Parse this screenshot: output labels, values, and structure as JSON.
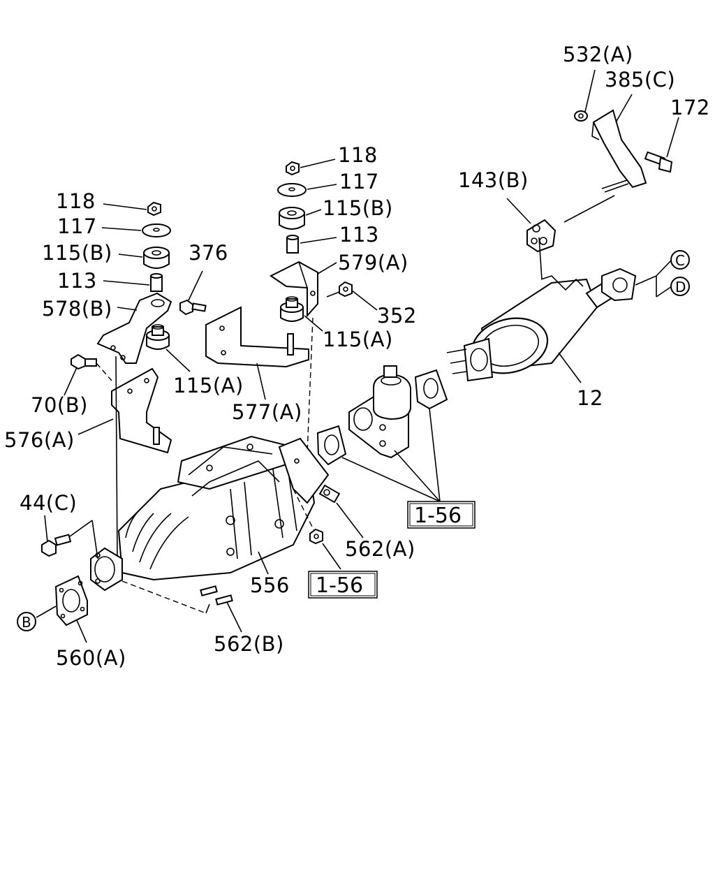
{
  "labels": {
    "p532a": "532(A)",
    "p385c": "385(C)",
    "p172": "172",
    "p143b": "143(B)",
    "p118_r": "118",
    "p117_r": "117",
    "p115b_r": "115(B)",
    "p113_r": "113",
    "p579a": "579(A)",
    "p352": "352",
    "p115a_r": "115(A)",
    "p12": "12",
    "p118_l": "118",
    "p117_l": "117",
    "p115b_l": "115(B)",
    "p113_l": "113",
    "p578b": "578(B)",
    "p376": "376",
    "p115a_l": "115(A)",
    "p577a": "577(A)",
    "p70b": "70(B)",
    "p576a": "576(A)",
    "p44c": "44(C)",
    "p556": "556",
    "p562a": "562(A)",
    "p562b": "562(B)",
    "p560a": "560(A)"
  },
  "refs": {
    "ref1": "1-56",
    "ref2": "1-56"
  },
  "circles": {
    "c": "C",
    "d": "D",
    "b": "B"
  }
}
